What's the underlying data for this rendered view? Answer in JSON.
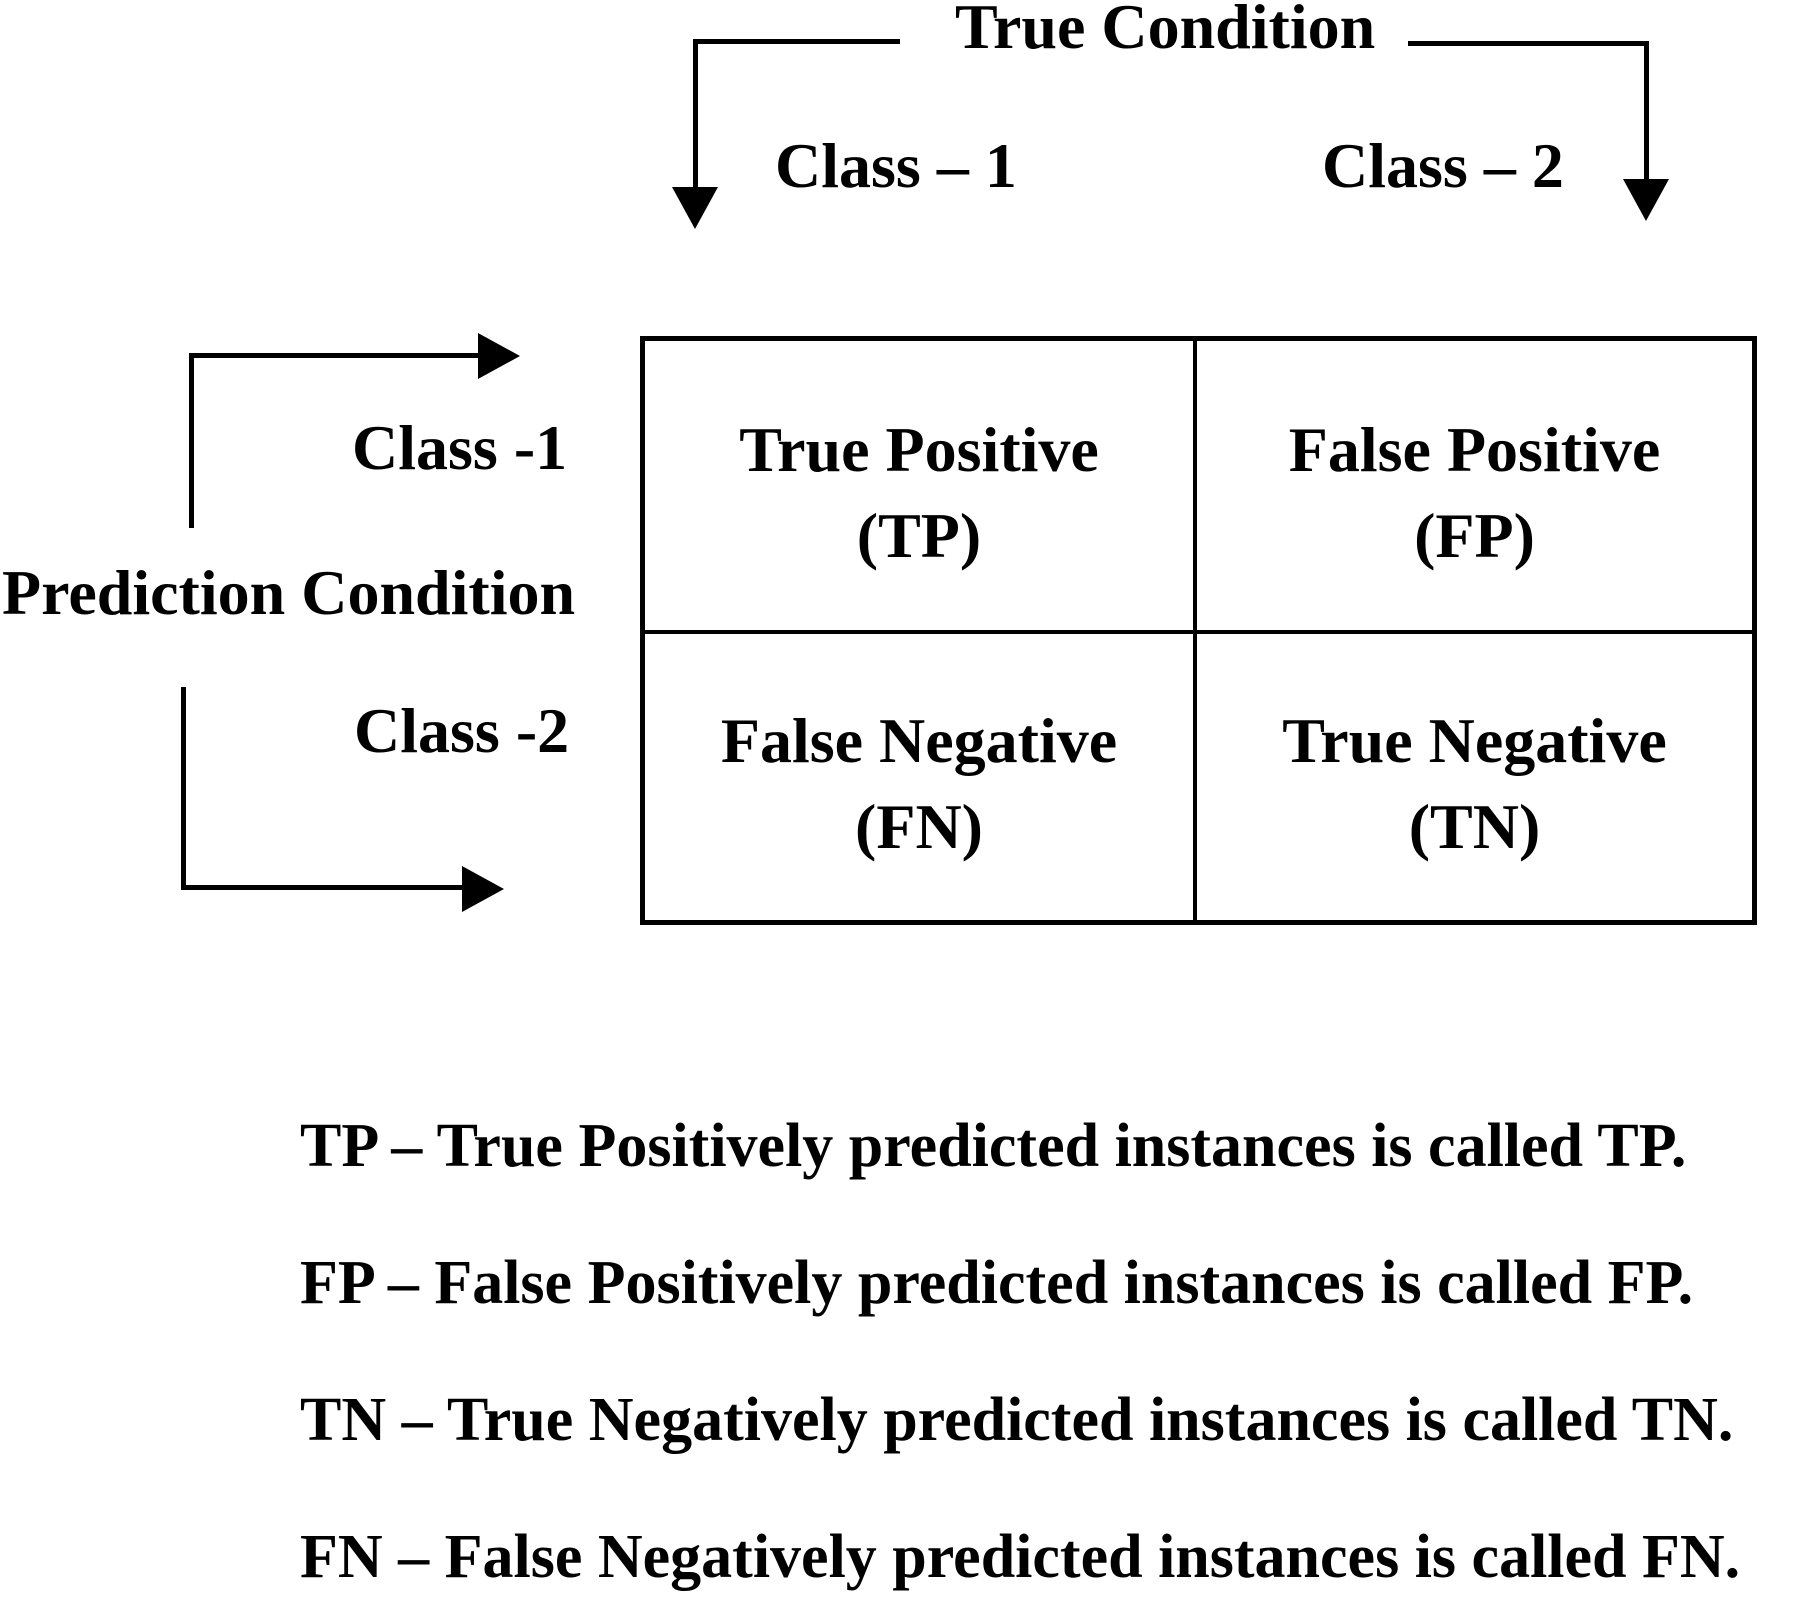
{
  "figure": {
    "colors": {
      "ink": "#000000",
      "background": "#ffffff"
    },
    "true_condition": {
      "label": "True Condition",
      "columns": [
        "Class – 1",
        "Class – 2"
      ]
    },
    "prediction_condition": {
      "label": "Prediction Condition",
      "rows": [
        "Class -1",
        "Class -2"
      ]
    },
    "matrix": {
      "cells": [
        {
          "title": "True Positive",
          "abbr": "(TP)"
        },
        {
          "title": "False Positive",
          "abbr": "(FP)"
        },
        {
          "title": "False Negative",
          "abbr": "(FN)"
        },
        {
          "title": "True Negative",
          "abbr": "(TN)"
        }
      ]
    }
  },
  "definitions": [
    "TP – True Positively predicted instances is called TP.",
    "FP – False Positively predicted instances is called FP.",
    "TN – True Negatively predicted instances is called TN.",
    "FN – False Negatively predicted instances is called FN."
  ]
}
